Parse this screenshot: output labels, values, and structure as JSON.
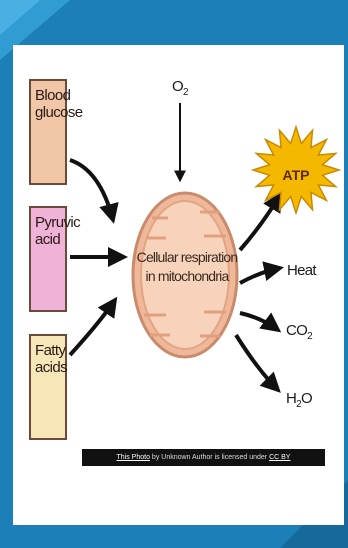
{
  "inputs": {
    "glucose": "Blood glucose",
    "pyruvic": "Pyruvic acid",
    "fatty": "Fatty acids"
  },
  "oxygen": {
    "base": "O",
    "sub": "2"
  },
  "process": {
    "line1": "Cellular respiration",
    "line2": "in mitochondria"
  },
  "outputs": {
    "atp": "ATP",
    "heat": "Heat",
    "co2": {
      "base": "CO",
      "sub": "2"
    },
    "h2o": {
      "pre": "H",
      "sub": "2",
      "post": "O"
    }
  },
  "credit": {
    "photo_link": "This Photo",
    "middle": " by Unknown Author is licensed under ",
    "license_link": "CC BY"
  },
  "colors": {
    "slide_blue": "#1d7fb8",
    "glucose_box": "#f2c7a8",
    "pyruvic_box": "#eeb3d7",
    "fatty_box": "#f7e6b8",
    "mitochondrion": "#f0b89a",
    "atp_burst": "#f5b800"
  }
}
